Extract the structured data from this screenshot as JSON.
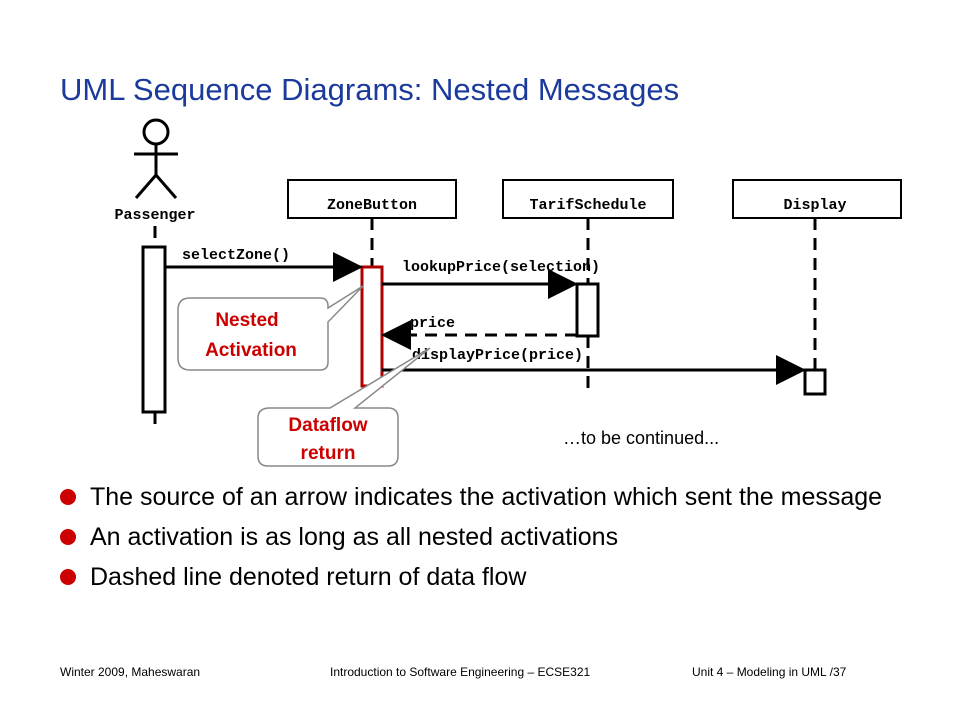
{
  "slide": {
    "title": "UML Sequence Diagrams: Nested Messages"
  },
  "diagram": {
    "actor_label": "Passenger",
    "objects": [
      "ZoneButton",
      "TarifSchedule",
      "Display"
    ],
    "messages": {
      "select_zone": "selectZone()",
      "lookup_price": "lookupPrice(selection)",
      "price_return": "price",
      "display_price": "displayPrice(price)"
    },
    "callouts": {
      "nested_line1": "Nested",
      "nested_line2": "Activation",
      "dataflow_line1": "Dataflow",
      "dataflow_line2": "return"
    },
    "continued_note": "…to be continued..."
  },
  "bullets": [
    "The source of an arrow indicates the activation which sent the message",
    "An activation is as long as all nested activations",
    "Dashed line denoted return of data flow"
  ],
  "footer": {
    "left": "Winter 2009, Maheswaran",
    "center": "Introduction to Software Engineering – ECSE321",
    "right": "Unit 4 – Modeling in UML  /37"
  },
  "colors": {
    "title": "#1a3a9c",
    "accent": "#cc0000"
  }
}
